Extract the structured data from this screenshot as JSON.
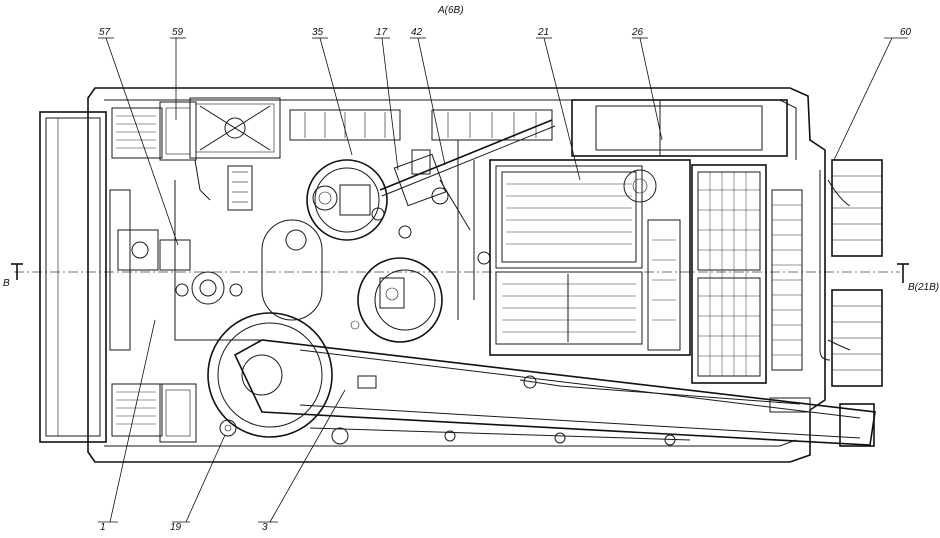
{
  "view_label_top": "А(6В)",
  "section_left": "В",
  "section_right": "В(21В)",
  "callouts": [
    "57",
    "59",
    "35",
    "17",
    "42",
    "21",
    "26",
    "60",
    "1",
    "19",
    "3"
  ]
}
